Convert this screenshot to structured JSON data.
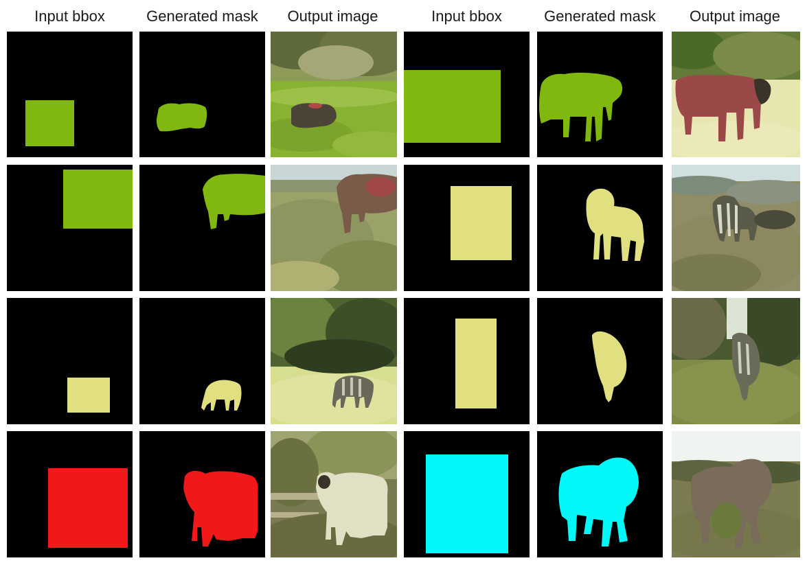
{
  "headers": [
    "Input bbox",
    "Generated mask",
    "Output image",
    "Input bbox",
    "Generated mask",
    "Output image"
  ],
  "colors": {
    "background": "#ffffff",
    "cell_black": "#000000",
    "green": "#80b810",
    "yellow": "#e0e080",
    "red": "#f01818",
    "cyan": "#00f8f8"
  },
  "rows": [
    {
      "left": {
        "category_color": "green",
        "output_scene": "cow lying in grass field"
      },
      "right": {
        "category_color": "green",
        "output_scene": "brown cow standing in field"
      }
    },
    {
      "left": {
        "category_color": "green",
        "output_scene": "brown cow standing in field"
      },
      "right": {
        "category_color": "yellow",
        "output_scene": "zebra in grassland"
      }
    },
    {
      "left": {
        "category_color": "yellow",
        "output_scene": "zebra near trees"
      },
      "right": {
        "category_color": "yellow",
        "output_scene": "zebra in grass"
      }
    },
    {
      "left": {
        "category_color": "red",
        "output_scene": "white sheep near trees"
      },
      "right": {
        "category_color": "cyan",
        "output_scene": "elephant in field"
      }
    }
  ]
}
